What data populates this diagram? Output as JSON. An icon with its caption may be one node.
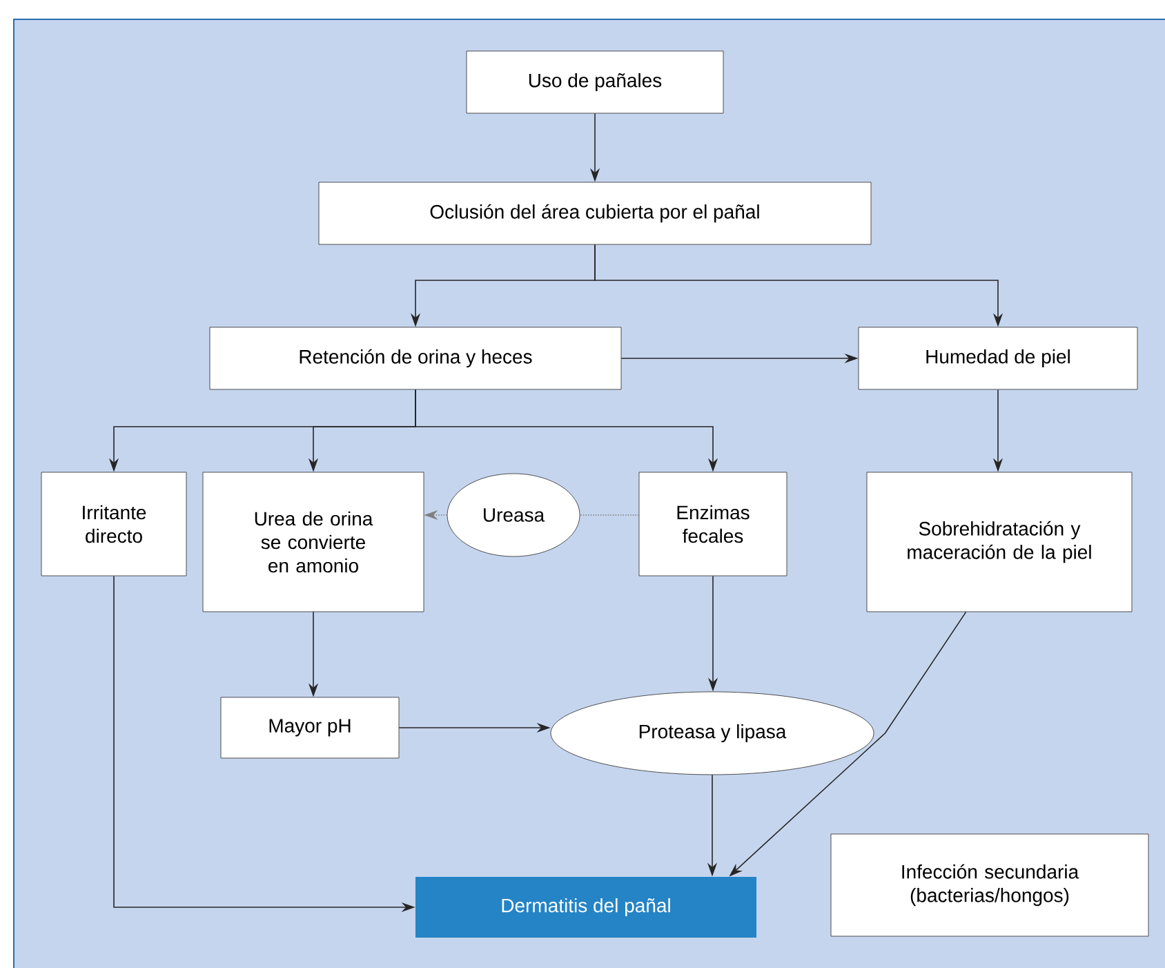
{
  "diagram": {
    "nodes": [
      {
        "text": [
          "Uso de pañales"
        ]
      },
      {
        "text": [
          "Oclusión del área cubierta por el pañal"
        ]
      },
      {
        "text": [
          "Retención de orina y heces"
        ]
      },
      {
        "text": [
          "Humedad de piel"
        ]
      },
      {
        "text": [
          "Irritante directo"
        ]
      },
      {
        "text": [
          "Urea de orina se convierte en amonio"
        ]
      },
      {
        "text": [
          "Ureasa"
        ]
      },
      {
        "text": [
          "Enzimas fecales"
        ]
      },
      {
        "text": [
          "Sobrehidratación y maceración de la piel"
        ]
      },
      {
        "text": [
          "Mayor pH"
        ]
      },
      {
        "text": [
          "Proteasa y lipasa"
        ]
      },
      {
        "text": [
          "Dermatitis del pañal"
        ]
      },
      {
        "text": [
          "Infección secundaria (bacterias/hongos)"
        ]
      }
    ],
    "edges": [
      {
        "from": 0,
        "to": 1,
        "arrow": "to"
      },
      {
        "from": 1,
        "to": 2,
        "arrow": "to"
      },
      {
        "from": 1,
        "to": 3,
        "arrow": "to"
      },
      {
        "from": 2,
        "to": 3,
        "arrow": "to"
      },
      {
        "from": 2,
        "to": 4,
        "arrow": "to"
      },
      {
        "from": 2,
        "to": 5,
        "arrow": "to"
      },
      {
        "from": 2,
        "to": 7,
        "arrow": "to"
      },
      {
        "from": 3,
        "to": 8,
        "arrow": "to"
      },
      {
        "from": 7,
        "to": 6,
        "arrow": "none",
        "style": "dashed",
        "color": "#7f7f7f"
      },
      {
        "from": 6,
        "to": 5,
        "arrow": "to",
        "style": "dashed",
        "color": "#7f7f7f"
      },
      {
        "from": 5,
        "to": 9,
        "arrow": "to"
      },
      {
        "from": 9,
        "to": 10,
        "arrow": "to"
      },
      {
        "from": 7,
        "to": 10,
        "arrow": "to"
      },
      {
        "from": 10,
        "to": 11,
        "arrow": "to"
      },
      {
        "from": 8,
        "to": 11,
        "arrow": "to"
      },
      {
        "from": 4,
        "to": 11,
        "arrow": "to"
      }
    ]
  }
}
